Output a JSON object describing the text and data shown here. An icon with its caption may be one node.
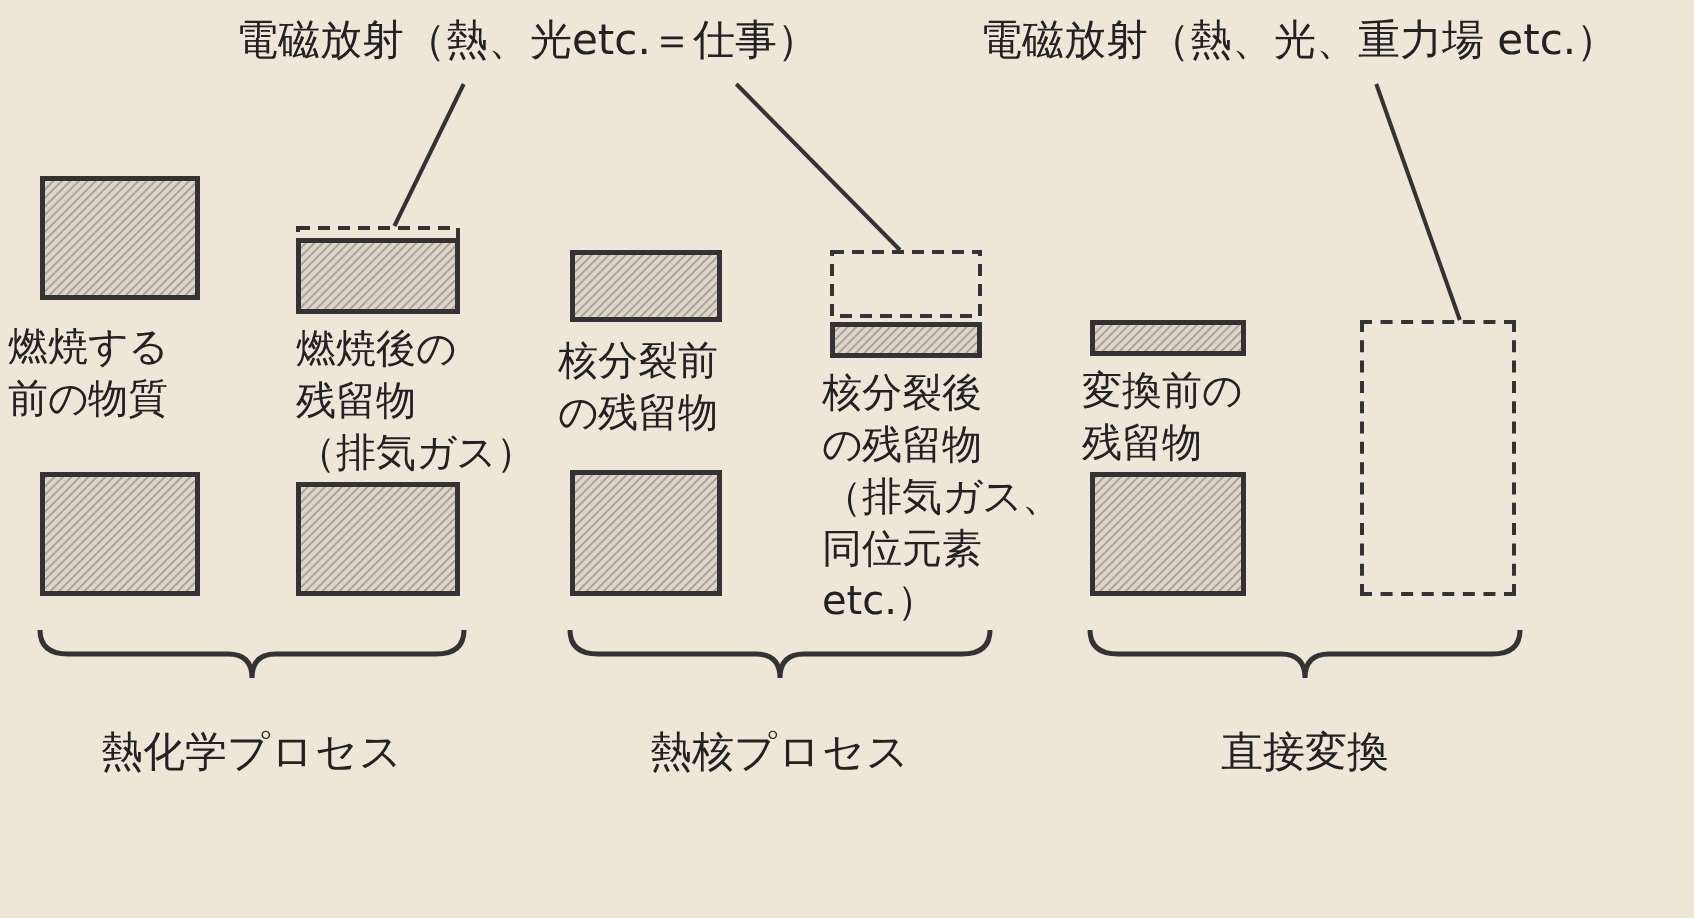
{
  "diagram": {
    "nodes": [
      {
        "text": [
          "燃焼する前の物質"
        ]
      },
      {
        "text": [
          "燃焼後の残留物",
          "（排気ガス）"
        ]
      },
      {
        "text": [
          "核分裂前の残留物"
        ]
      },
      {
        "text": [
          "核分裂後の残留物",
          "（排気ガス、同位元素etc.）"
        ]
      },
      {
        "text": [
          "変換前の残留物"
        ]
      },
      {
        "text": [],
        "shape": "box"
      },
      {
        "text": [
          "電磁放射（熱、光etc.＝仕事）"
        ]
      },
      {
        "text": [
          "電磁放射（熱、光、重力場 etc.）"
        ]
      }
    ],
    "edges": [
      {
        "from": 6,
        "to": 1,
        "arrow": "none"
      },
      {
        "from": 6,
        "to": 3,
        "arrow": "none"
      },
      {
        "from": 7,
        "to": 5,
        "arrow": "none"
      }
    ],
    "labels": [
      "熱化学プロセス",
      "熱核プロセス",
      "直接変換"
    ]
  }
}
